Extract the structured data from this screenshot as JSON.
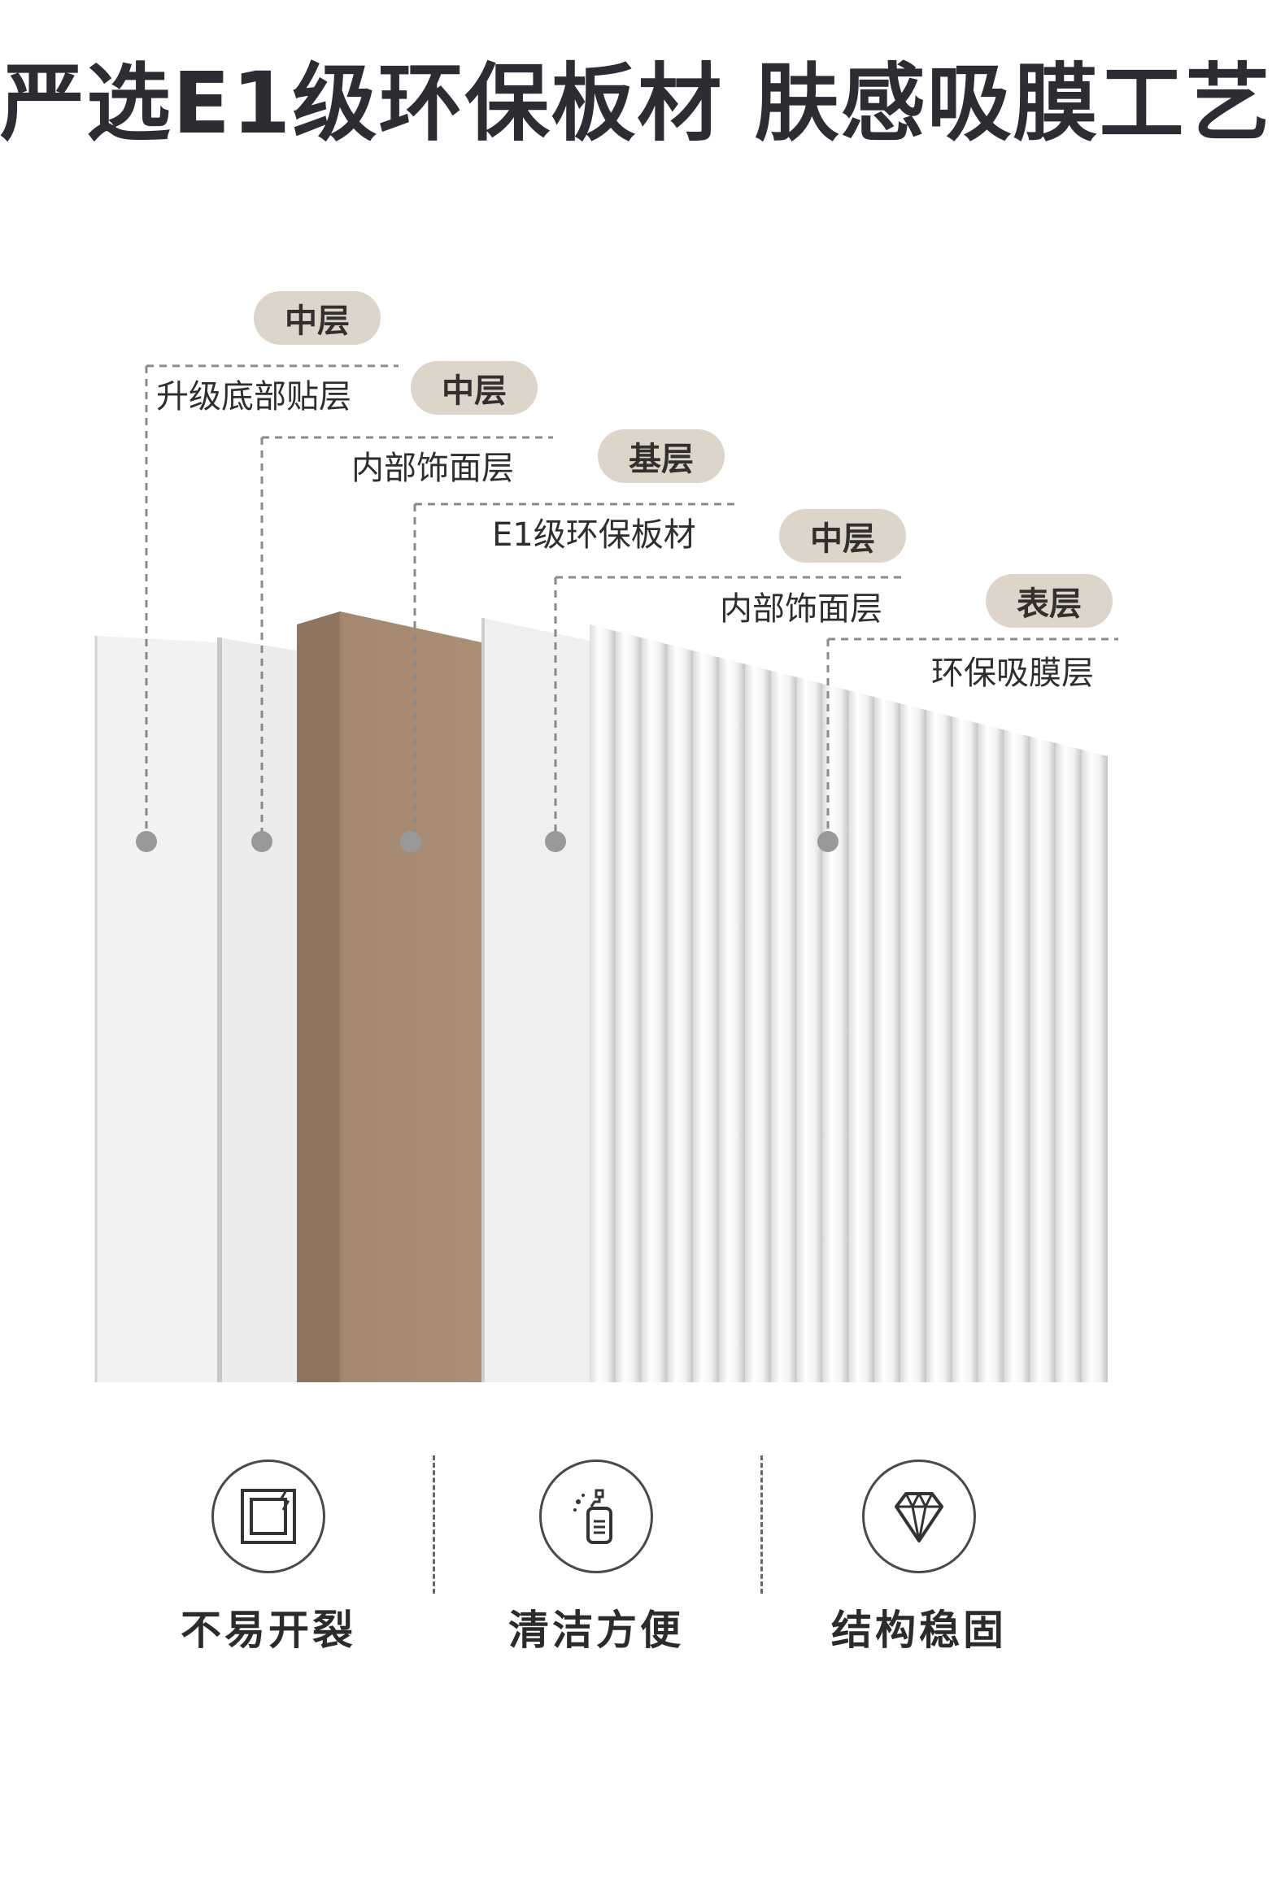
{
  "title": "严选E1级环保板材 肤感吸膜工艺",
  "layers": [
    {
      "badge": "中层",
      "label": "升级底部贴层"
    },
    {
      "badge": "中层",
      "label": "内部饰面层"
    },
    {
      "badge": "基层",
      "label": "E1级环保板材"
    },
    {
      "badge": "中层",
      "label": "内部饰面层"
    },
    {
      "badge": "表层",
      "label": "环保吸膜层"
    }
  ],
  "features": [
    {
      "label": "不易开裂",
      "icon": "crack-resistant-panel-icon"
    },
    {
      "label": "清洁方便",
      "icon": "cleaning-bottle-icon"
    },
    {
      "label": "结构稳固",
      "icon": "diamond-icon"
    }
  ],
  "colors": {
    "title": "#2b2d33",
    "badge_bg": "#ddd4ca",
    "core_board": "#a88b72",
    "core_board_dark": "#8e735d",
    "panel_light": "#f3f3f3",
    "dot": "#999999"
  }
}
